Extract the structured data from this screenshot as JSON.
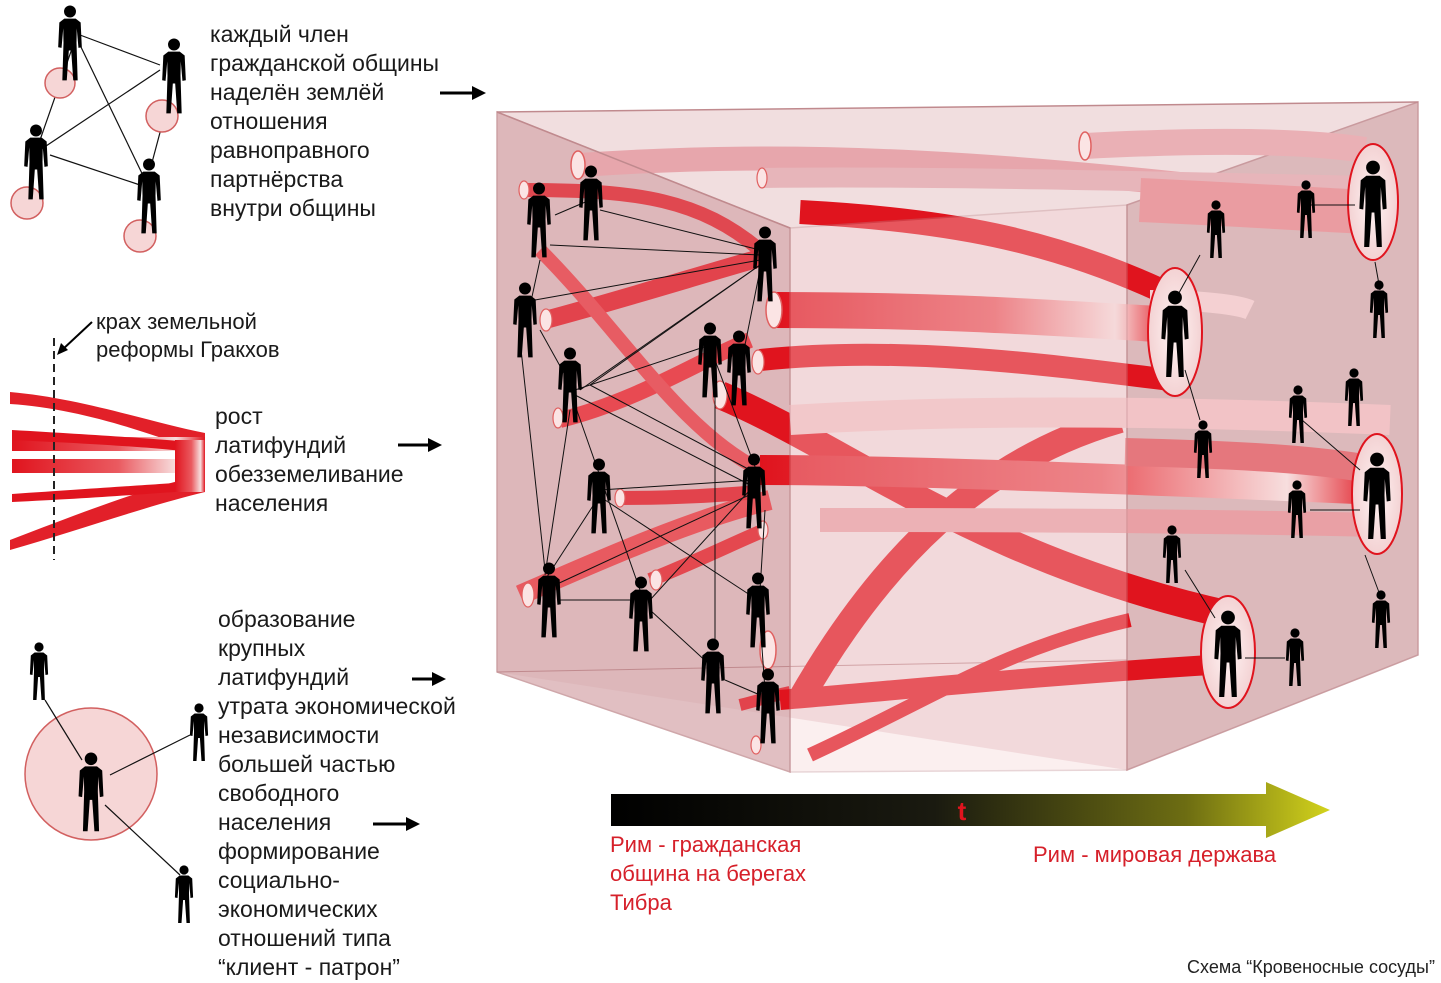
{
  "top_cut_title": "",
  "block_community": {
    "lines": [
      "каждый член",
      "гражданской общины",
      "наделён землёй",
      "отношения",
      "равноправного",
      "партнёрства",
      "внутри общины"
    ]
  },
  "reform_label": {
    "lines": [
      "крах земельной",
      "реформы Гракхов"
    ]
  },
  "block_latifundia_growth": {
    "lines": [
      "рост",
      "латифундий",
      "обезземеливание",
      "населения"
    ]
  },
  "block_client_patron": {
    "lines": [
      "образование",
      "крупных",
      "латифундий",
      "утрата экономической",
      "независимости",
      "большей частью",
      "свободного",
      "населения",
      "формирование",
      "социально-",
      "экономических",
      "отношений типа",
      "“клиент - патрон”"
    ]
  },
  "timeline": {
    "axis_label": "t",
    "start_label": [
      "Рим - гражданская",
      "община на берегах",
      "Тибра"
    ],
    "end_label": "Рим - мировая держава"
  },
  "caption": "Схема “Кровеносные сосуды”",
  "colors": {
    "vessel_red": "#e0141e",
    "box_fill": "#d9a9ad",
    "box_edge": "#c08a8e",
    "text_red": "#d6202a",
    "arrow_end": "#c8c81a"
  }
}
